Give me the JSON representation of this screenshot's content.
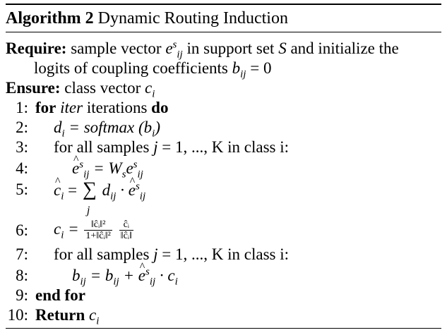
{
  "algorithm": {
    "label": "Algorithm 2",
    "name": "Dynamic Routing Induction"
  },
  "require": {
    "keyword": "Require:",
    "text_1": "sample vector",
    "text_2": "in support set",
    "text_3": "and initialize the",
    "text_4": "logits of coupling coefficients",
    "vector": "e",
    "set": "S",
    "logit": "b",
    "logit_value": "= 0"
  },
  "ensure": {
    "keyword": "Ensure:",
    "text": "class vector",
    "vector": "c"
  },
  "steps": [
    {
      "num": "1:",
      "kw": "for",
      "var": "iter",
      "text": "iterations",
      "kw2": "do"
    },
    {
      "num": "2:",
      "lhs": "d",
      "rhs": "= softmax (b"
    },
    {
      "num": "3:",
      "text": "for all samples",
      "var": "j",
      "rest": "= 1, ..., K in class i:"
    },
    {
      "num": "4:",
      "expr": "= W"
    },
    {
      "num": "5:",
      "expr": "="
    },
    {
      "num": "6:",
      "frac1_n": "‖ĉᵢ‖²",
      "frac1_d": "1+‖ĉᵢ‖²",
      "frac2_n": "ĉᵢ",
      "frac2_d": "‖ĉᵢ‖"
    },
    {
      "num": "7:",
      "text": "for all samples",
      "var": "j",
      "rest": "= 1, ..., K in class i:"
    },
    {
      "num": "8:",
      "expr": "= b"
    },
    {
      "num": "9:",
      "kw": "end for"
    },
    {
      "num": "10:",
      "kw": "Return",
      "var": "c"
    }
  ]
}
